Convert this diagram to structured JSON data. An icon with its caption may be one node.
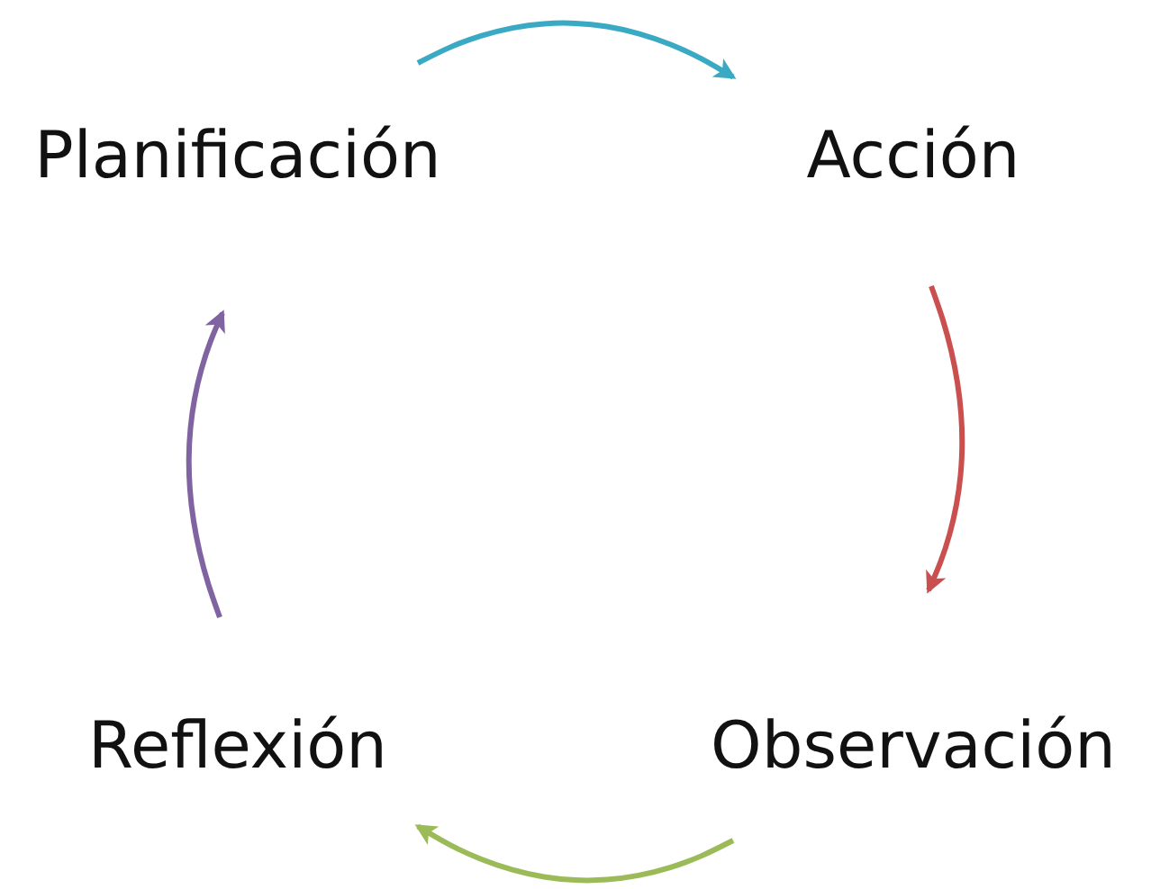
{
  "diagram": {
    "nodes": [
      {
        "text": [
          "Planificación"
        ]
      },
      {
        "text": [
          "Acción"
        ]
      },
      {
        "text": [
          "Observación"
        ]
      },
      {
        "text": [
          "Reflexión"
        ]
      }
    ],
    "edges": [
      {
        "from": 0,
        "to": 1,
        "arrow": "to",
        "color": "#3aaac4"
      },
      {
        "from": 1,
        "to": 2,
        "arrow": "to",
        "color": "#c9504f"
      },
      {
        "from": 2,
        "to": 3,
        "arrow": "to",
        "color": "#9bbb59"
      },
      {
        "from": 3,
        "to": 0,
        "arrow": "to",
        "color": "#8064a2"
      }
    ]
  }
}
